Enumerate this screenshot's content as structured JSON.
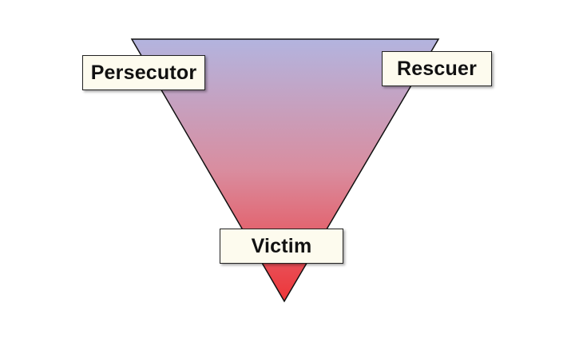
{
  "diagram": {
    "roles": {
      "persecutor": "Persecutor",
      "rescuer": "Rescuer",
      "victim": "Victim"
    },
    "colors": {
      "gradient_top": "#b3b4df",
      "gradient_mid": "#d98d9f",
      "gradient_bottom": "#ee3538",
      "outline": "#111111",
      "label_background": "#fdfbee"
    }
  }
}
